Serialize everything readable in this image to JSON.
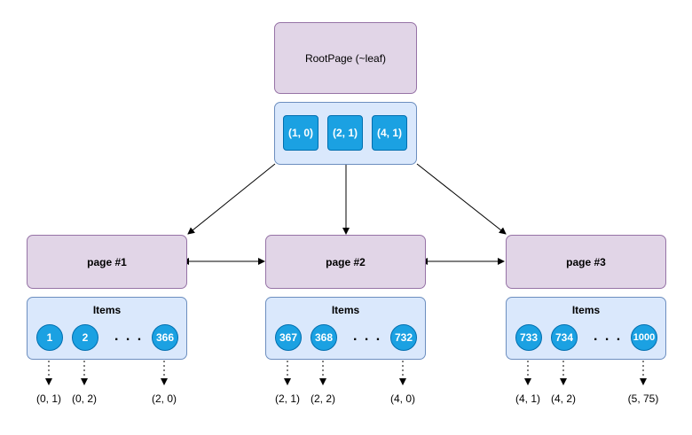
{
  "root": {
    "label": "RootPage (~leaf)",
    "keys": [
      "(1, 0)",
      "(2, 1)",
      "(4, 1)"
    ]
  },
  "pages": [
    {
      "label": "page #1",
      "items_title": "Items",
      "items": [
        "1",
        "2",
        "366"
      ],
      "ellipsis": ". . .",
      "refs": [
        "(0, 1)",
        "(0, 2)",
        "(2, 0)"
      ]
    },
    {
      "label": "page #2",
      "items_title": "Items",
      "items": [
        "367",
        "368",
        "732"
      ],
      "ellipsis": ". . .",
      "refs": [
        "(2, 1)",
        "(2, 2)",
        "(4, 0)"
      ]
    },
    {
      "label": "page #3",
      "items_title": "Items",
      "items": [
        "733",
        "734",
        "1000"
      ],
      "ellipsis": ". . .",
      "refs": [
        "(4, 1)",
        "(4, 2)",
        "(5, 75)"
      ]
    }
  ],
  "colors": {
    "page_fill": "#e1d5e7",
    "page_border": "#9673a6",
    "panel_fill": "#dae8fc",
    "panel_border": "#6c8ebf",
    "node_fill": "#1ba1e2",
    "node_border": "#006eaf"
  }
}
